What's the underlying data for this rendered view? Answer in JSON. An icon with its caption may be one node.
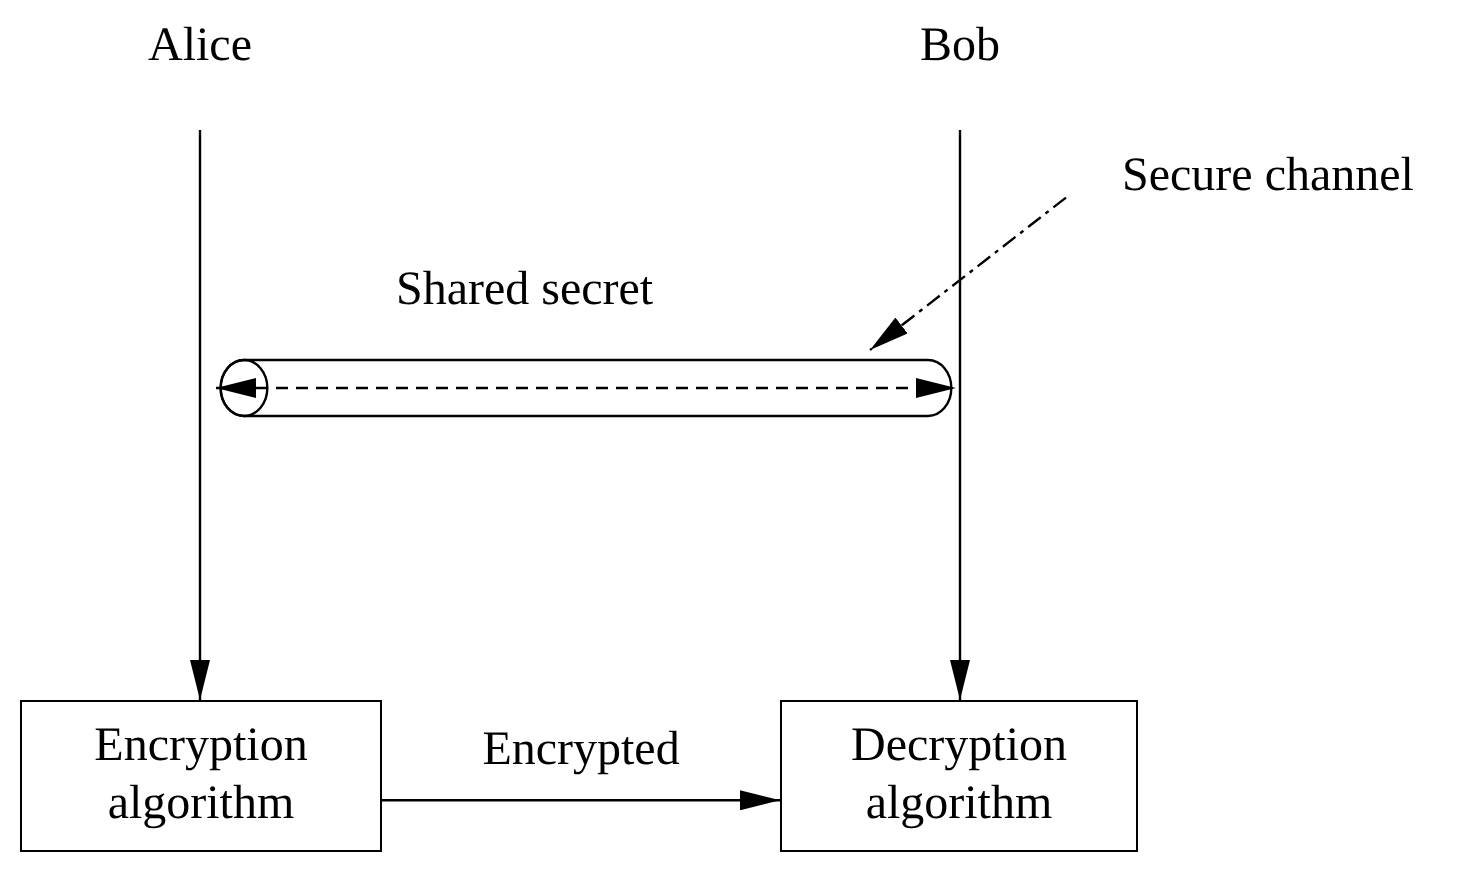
{
  "diagram": {
    "nodes": [
      {
        "text": [
          "Alice"
        ]
      },
      {
        "text": [
          "Bob"
        ]
      },
      {
        "text": [
          "Encryption algorithm"
        ]
      },
      {
        "text": [
          "Decryption algorithm"
        ]
      },
      {
        "text": [
          "Secure channel"
        ]
      },
      {
        "text": [],
        "shape": "cylinder",
        "beside": [
          "Shared secret"
        ]
      }
    ],
    "edges": [
      {
        "from": 0,
        "to": 2,
        "arrow": "to"
      },
      {
        "from": 1,
        "to": 3,
        "arrow": "to"
      },
      {
        "from": 2,
        "to": 3,
        "arrow": "to",
        "label": "Encrypted"
      },
      {
        "from": 4,
        "to": 5,
        "arrow": "to",
        "style": "dashed"
      }
    ]
  }
}
